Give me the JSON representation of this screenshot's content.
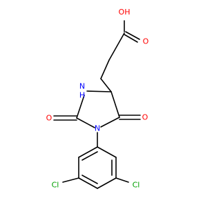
{
  "molecule": {
    "atoms": {
      "hydroxyl_o": {
        "symbol": "O",
        "sub": "H"
      },
      "carbonyl_o_acid": {
        "symbol": "O"
      },
      "nh": {
        "symbol": "N",
        "sub": "H"
      },
      "carbonyl_o_left": {
        "symbol": "O"
      },
      "n_ring": {
        "symbol": "N"
      },
      "carbonyl_o_right": {
        "symbol": "O"
      },
      "cl_left": {
        "symbol": "Cl"
      },
      "cl_right": {
        "symbol": "Cl"
      }
    },
    "colors": {
      "oxygen": "#ff0000",
      "nitrogen": "#0000ff",
      "chlorine": "#00a000",
      "bond": "#000000"
    }
  }
}
